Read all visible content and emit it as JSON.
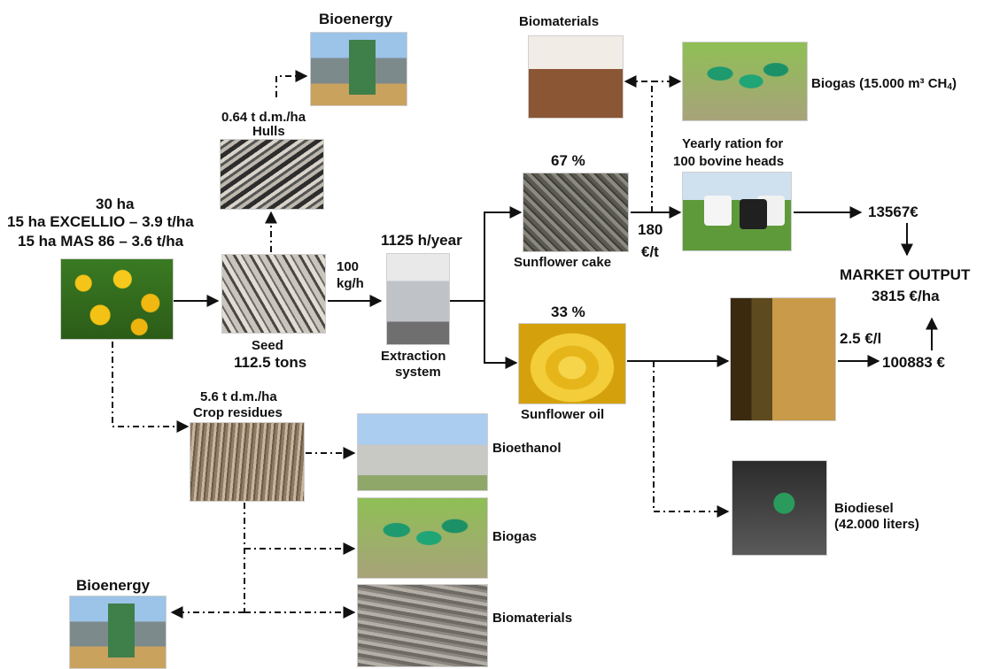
{
  "labels": {
    "bioenergy_top": "Bioenergy",
    "hulls_amount": "0.64 t d.m./ha",
    "hulls": "Hulls",
    "area_total": "30 ha",
    "area_excellio": "15 ha EXCELLIO – 3.9 t/ha",
    "area_mas86": "15 ha MAS 86 – 3.6 t/ha",
    "seed": "Seed",
    "seed_amount": "112.5 tons",
    "throughput_value": "100",
    "throughput_unit": "kg/h",
    "hours_per_year": "1125 h/year",
    "extraction_line1": "Extraction",
    "extraction_line2": "system",
    "cake_pct": "67 %",
    "cake": "Sunflower cake",
    "cake_price_value": "180",
    "cake_price_unit": "€/t",
    "oil_pct": "33 %",
    "oil": "Sunflower oil",
    "biomaterials_top": "Biomaterials",
    "biogas_top_prefix": "Biogas (15.000 m³ CH",
    "biogas_top_sub": "4",
    "biogas_top_suffix": ")",
    "ration_line1": "Yearly ration for",
    "ration_line2": "100 bovine heads",
    "cake_revenue": "13567€",
    "market_line1": "MARKET OUTPUT",
    "market_line2": "3815 €/ha",
    "oil_price": "2.5 €/l",
    "oil_revenue": "100883 €",
    "residues_amount": "5.6 t d.m./ha",
    "residues": "Crop residues",
    "bioethanol": "Bioethanol",
    "biogas_bottom": "Biogas",
    "bioenergy_bottom": "Bioenergy",
    "biomaterials_bottom": "Biomaterials",
    "biodiesel_line1": "Biodiesel",
    "biodiesel_line2": "(42.000 liters)"
  },
  "colors": {
    "line": "#111111",
    "background": "#ffffff"
  }
}
